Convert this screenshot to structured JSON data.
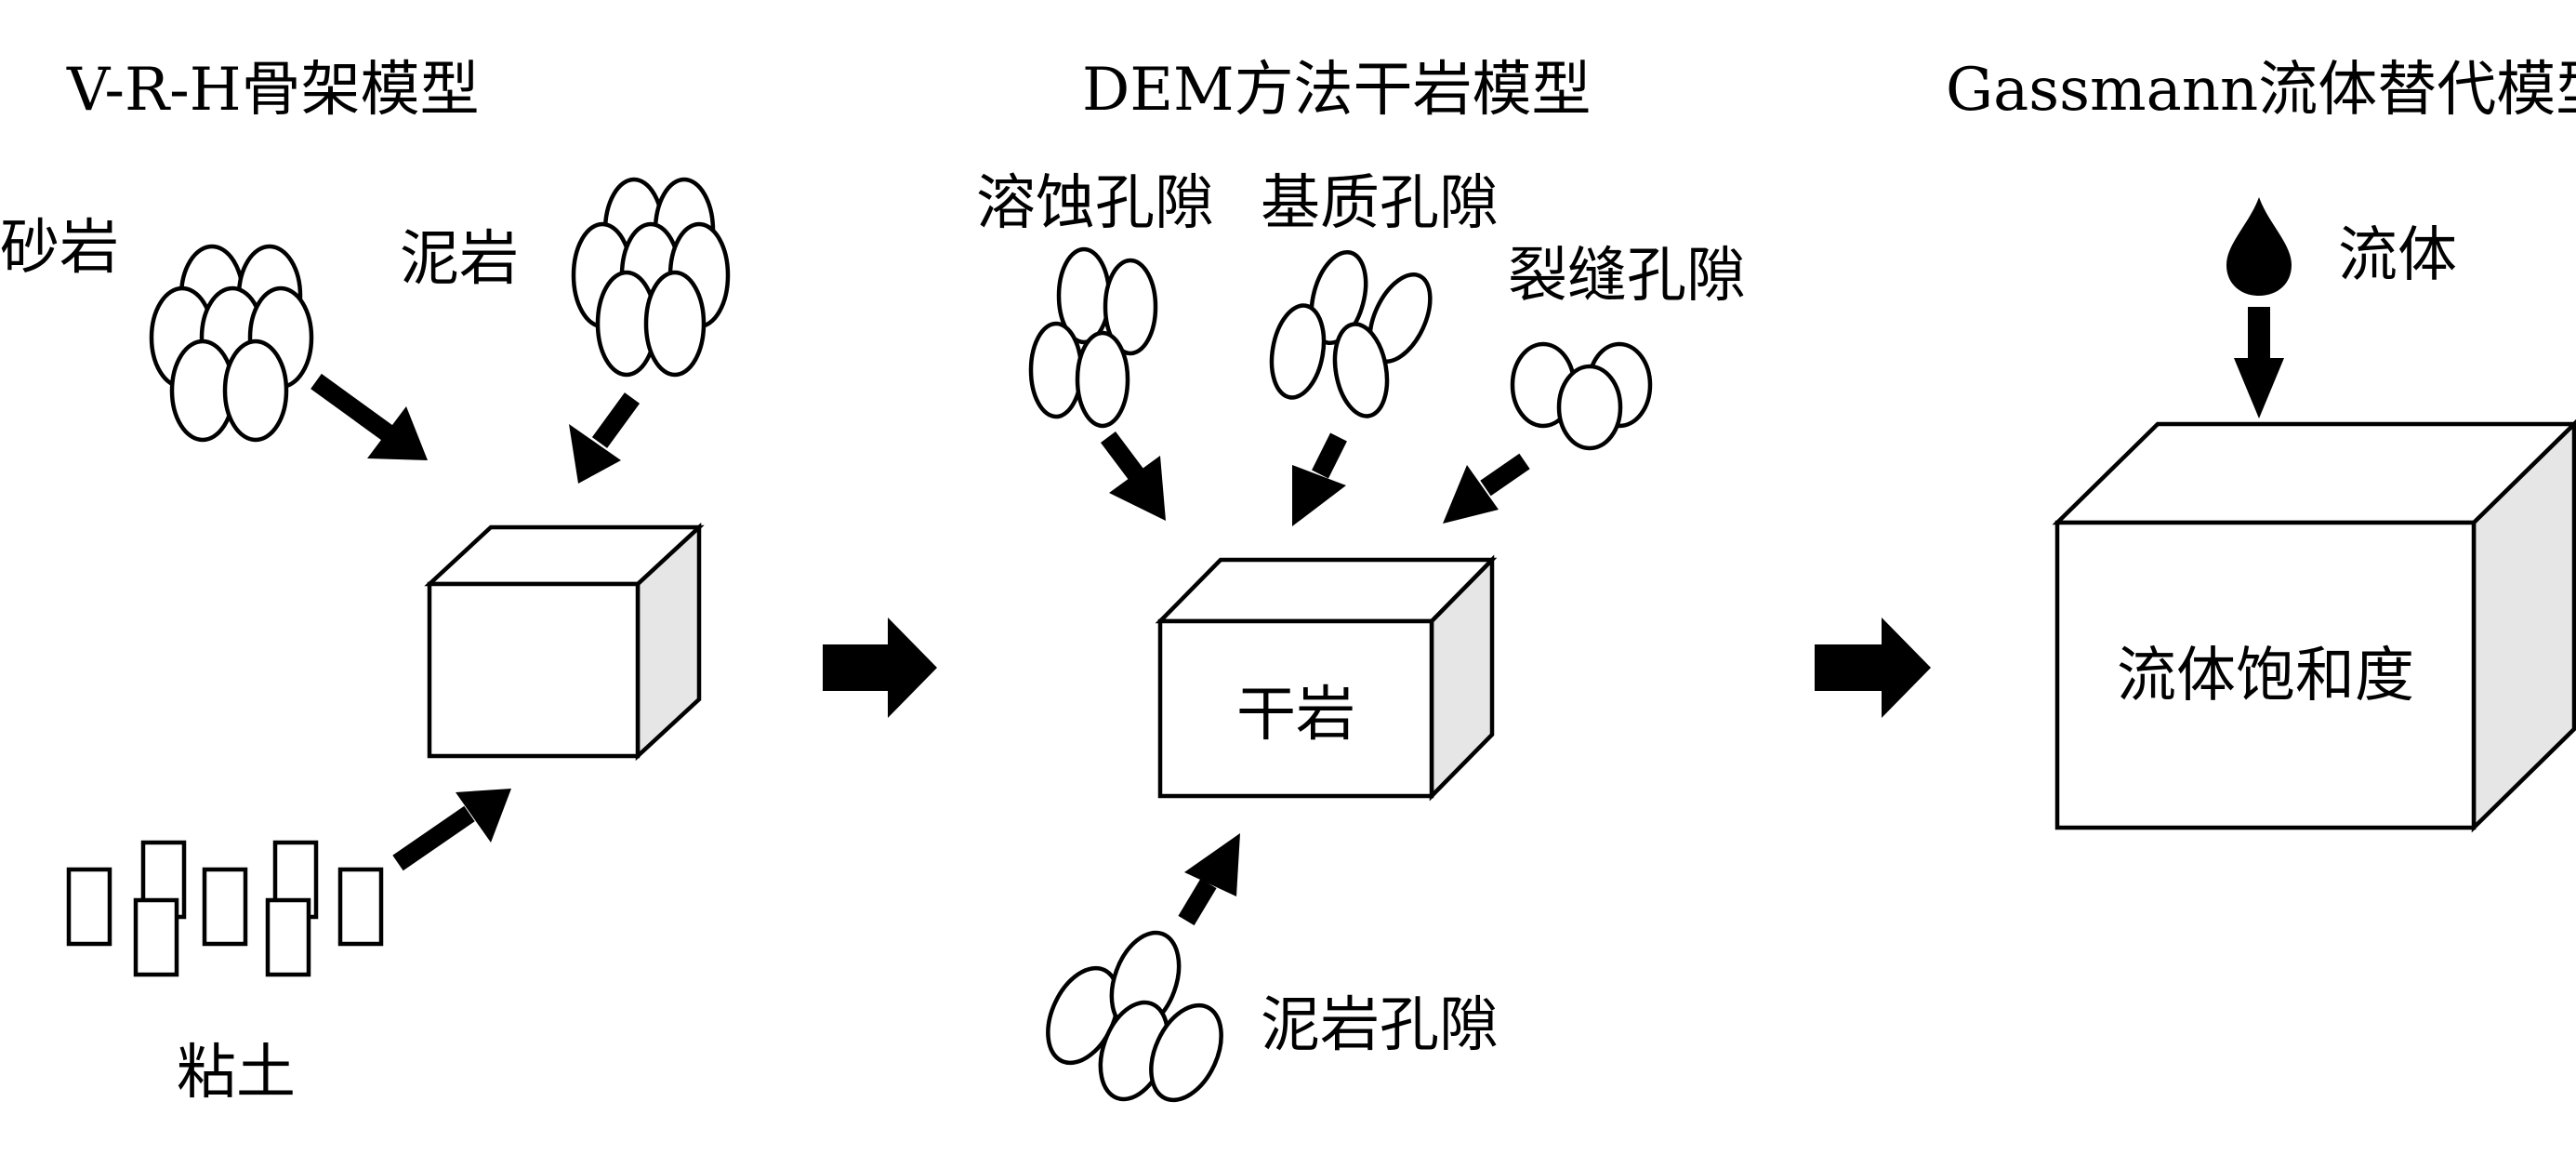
{
  "panels": [
    {
      "title": "V-R-H骨架模型",
      "inputs": [
        "砂岩",
        "泥岩",
        "粘土"
      ]
    },
    {
      "title": "DEM方法干岩模型",
      "inputs": [
        "溶蚀孔隙",
        "基质孔隙",
        "裂缝孔隙",
        "泥岩孔隙"
      ],
      "box_label": "干岩"
    },
    {
      "title": "Gassmann流体替代模型",
      "inputs": [
        "流体"
      ],
      "box_label": "流体饱和度"
    }
  ],
  "colors": {
    "stroke": "#000000",
    "box_side": "#e6e6e6",
    "background": "#ffffff"
  },
  "icons": [
    "ellipse-grain-cluster",
    "clay-rectangles",
    "fluid-drop-icon",
    "block-arrow-icon"
  ]
}
